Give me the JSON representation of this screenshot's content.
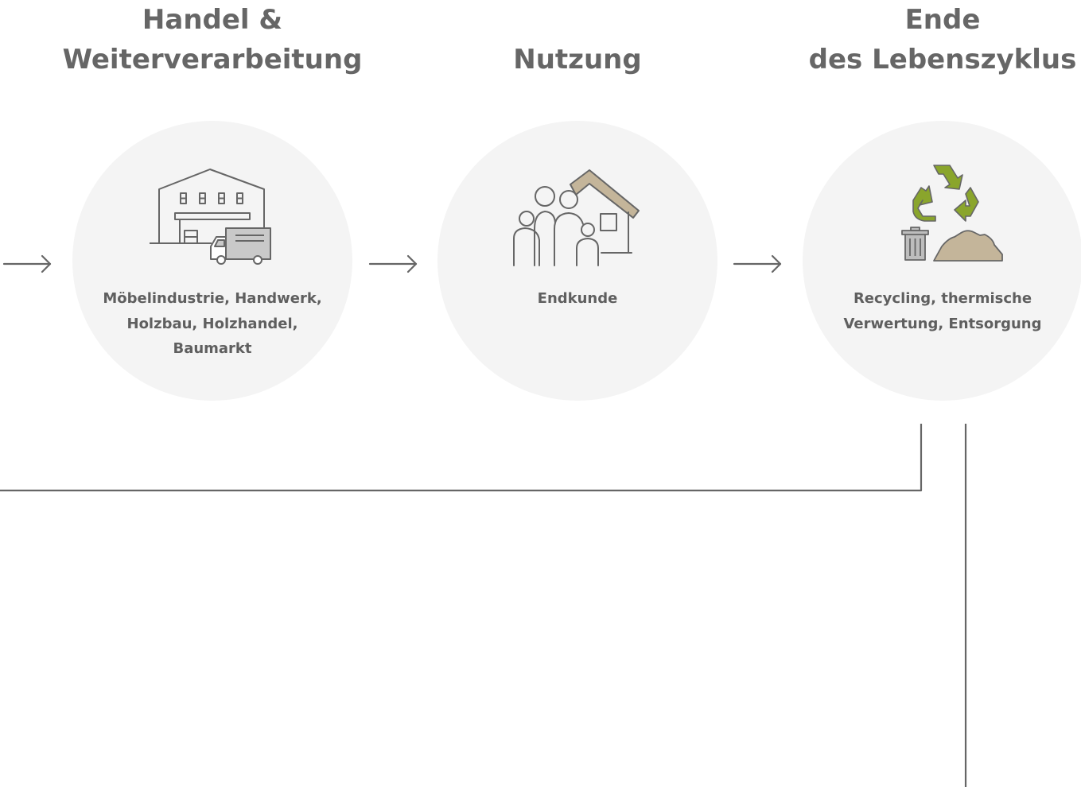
{
  "stages": [
    {
      "id": "handel",
      "title_lines": [
        "Handel &",
        "Weiterverarbeitung"
      ],
      "caption_lines": [
        "Möbelindustrie, Handwerk,",
        "Holzbau, Holzhandel,",
        "Baumarkt"
      ],
      "icon": "warehouse-truck-icon"
    },
    {
      "id": "nutzung",
      "title_lines": [
        "Nutzung"
      ],
      "caption_lines": [
        "Endkunde"
      ],
      "icon": "family-house-icon"
    },
    {
      "id": "ende",
      "title_lines": [
        "Ende",
        "des Lebenszyklus"
      ],
      "caption_lines": [
        "Recycling, thermische",
        "Verwertung, Entsorgung"
      ],
      "icon": "recycling-trash-icon"
    }
  ],
  "colors": {
    "circle": "#f4f4f4",
    "line": "#666666",
    "text": "#5f5f5f",
    "accent_green": "#8aa52c",
    "accent_tan": "#c4b59a"
  }
}
